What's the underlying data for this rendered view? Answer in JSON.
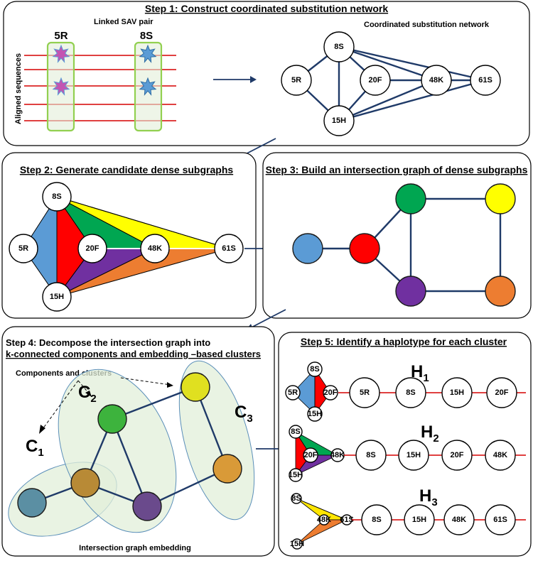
{
  "step1": {
    "title": "Step 1: Construct coordinated substitution network",
    "linked_label": "Linked SAV pair",
    "aligned_label": "Aligned sequences",
    "network_label": "Coordinated substitution network",
    "col_left": "5R",
    "col_right": "8S",
    "nodes": [
      "8S",
      "5R",
      "20F",
      "48K",
      "61S",
      "15H"
    ]
  },
  "step2": {
    "title": "Step 2: Generate candidate dense subgraphs",
    "nodes": [
      "8S",
      "5R",
      "20F",
      "48K",
      "61S",
      "15H"
    ]
  },
  "step3": {
    "title": "Step 3: Build an intersection graph of dense subgraphs"
  },
  "step4": {
    "title_line1": "Step 4: Decompose the intersection graph into",
    "title_line2": "k-connected components and embedding –based clusters",
    "components_label": "Components and clusters",
    "clusters": [
      "C",
      "C",
      "C"
    ],
    "cluster_subs": [
      "1",
      "2",
      "3"
    ],
    "embedding_label": "Intersection graph embedding"
  },
  "step5": {
    "title": "Step 5: Identify a haplotype for each cluster",
    "haplotypes": [
      {
        "name": "H",
        "sub": "1",
        "mini": [
          "8S",
          "5R",
          "20F",
          "15H"
        ],
        "nodes": [
          "5R",
          "8S",
          "15H",
          "20F"
        ]
      },
      {
        "name": "H",
        "sub": "2",
        "mini": [
          "8S",
          "20F",
          "48K",
          "15H"
        ],
        "nodes": [
          "8S",
          "15H",
          "20F",
          "48K"
        ]
      },
      {
        "name": "H",
        "sub": "3",
        "mini": [
          "8S",
          "48K",
          "61S",
          "15H"
        ],
        "nodes": [
          "8S",
          "15H",
          "48K",
          "61S"
        ]
      }
    ]
  },
  "colors": {
    "blue": "#5b9bd5",
    "red": "#ff0000",
    "green": "#00a651",
    "yellow": "#ffff00",
    "purple": "#7030a0",
    "orange": "#ed7d31",
    "cluster_fill": "#e2efd9",
    "edge": "#1f3a68"
  }
}
